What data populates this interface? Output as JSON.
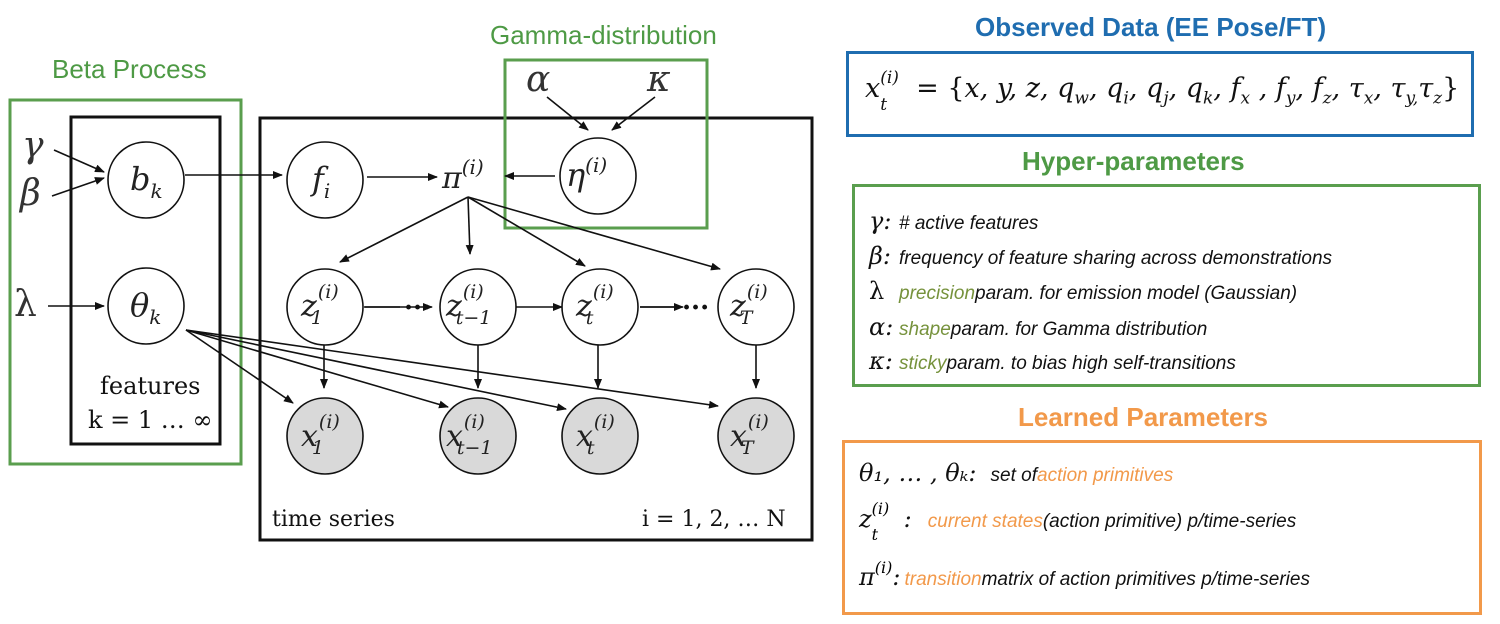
{
  "diagram": {
    "labels": {
      "beta_process": "Beta Process",
      "gamma_distribution": "Gamma-distribution",
      "features": "features",
      "features_range": "k = 1 … ∞",
      "time_series": "time series",
      "series_range": "i = 1, 2, … N"
    },
    "hyper_inputs": {
      "gamma": "γ",
      "beta": "β",
      "lambda": "λ",
      "alpha": "α",
      "kappa": "κ"
    },
    "nodes": {
      "b_k": "b",
      "b_k_sub": "k",
      "theta_k": "θ",
      "theta_k_sub": "k",
      "f_i": "f",
      "f_i_sub": "i",
      "pi": "π",
      "pi_sup": "(i)",
      "eta": "η",
      "eta_sup": "(i)",
      "z": "z",
      "x": "x",
      "sup_i": "(i)",
      "sub_1": "1",
      "sub_tm1": "t−1",
      "sub_t": "t",
      "sub_T": "T",
      "dots": "···"
    }
  },
  "observed": {
    "title": "Observed Data (EE Pose/FT)",
    "formula_lhs": "x",
    "formula_sub": "t",
    "formula_sup": "(i)",
    "formula_rhs": "= {x, y, z, q",
    "formula_full": "x_t^(i) = {x, y, z, q_w, q_i, q_j, q_k, f_x , f_y, f_z, τ_x, τ_y, τ_z}"
  },
  "hyper": {
    "title": "Hyper-parameters",
    "items": [
      {
        "symbol": "γ:",
        "keyword": "",
        "text": "# active features"
      },
      {
        "symbol": "β:",
        "keyword": "",
        "text": "frequency of feature sharing across demonstrations"
      },
      {
        "symbol": "λ",
        "keyword": "precision",
        "text": " param. for emission model (Gaussian)"
      },
      {
        "symbol": "α:",
        "keyword": "shape",
        "text": " param. for Gamma distribution"
      },
      {
        "symbol": "κ:",
        "keyword": "sticky",
        "text": " param. to bias high self-transitions"
      }
    ]
  },
  "learned": {
    "title": "Learned Parameters",
    "items": [
      {
        "symbol": "θ₁, … , θₖ:",
        "pre": "set of ",
        "keyword": "action primitives",
        "post": ""
      },
      {
        "symbol": "z",
        "sup": "(i)",
        "sub": "t",
        "colon": ":",
        "pre": "",
        "keyword": "current states",
        "post": " (action primitive) p/time-series"
      },
      {
        "symbol": "π",
        "sup": "(i)",
        "sub": "",
        "colon": ":",
        "pre": "",
        "keyword": "transition",
        "post": " matrix of action primitives p/time-series"
      }
    ]
  },
  "colors": {
    "green_box": "#5a9e4e",
    "green_text": "#4e9a45",
    "blue": "#1f6db0",
    "orange": "#f2994a",
    "node_shaded": "#d9d9d9"
  }
}
